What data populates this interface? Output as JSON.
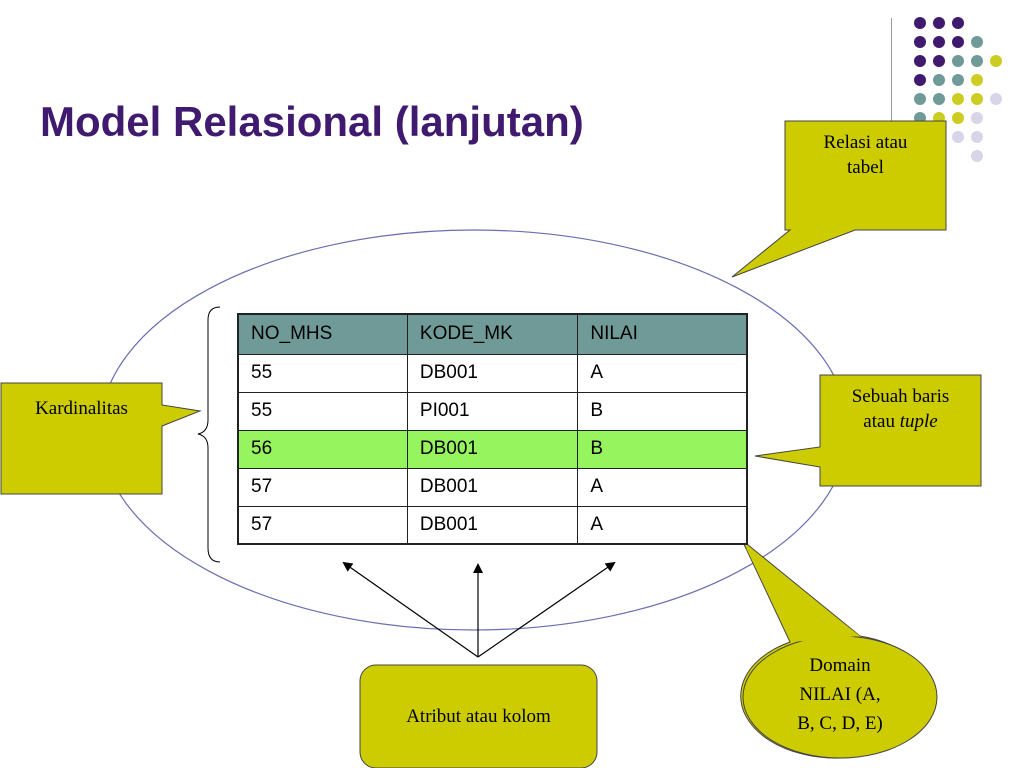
{
  "title": "Model Relasional (lanjutan)",
  "colors": {
    "title": "#3f1a6e",
    "callout_fill": "#cccc00",
    "header_fill": "#6f9a98",
    "highlight_row": "#96f45e",
    "dot_purple": "#3f1a6e",
    "dot_teal": "#6f9a98",
    "dot_yellow": "#cccc22",
    "dot_lilac": "#d7d5e8"
  },
  "table": {
    "headers": [
      "NO_MHS",
      "KODE_MK",
      "NILAI"
    ],
    "rows": [
      [
        "55",
        "DB001",
        "A"
      ],
      [
        "55",
        "PI001",
        "B"
      ],
      [
        "56",
        "DB001",
        "B"
      ],
      [
        "57",
        "DB001",
        "A"
      ],
      [
        "57",
        "DB001",
        "A"
      ]
    ],
    "highlighted_row": 2
  },
  "callouts": {
    "relasi": {
      "line1": "Relasi atau",
      "line2": "tabel"
    },
    "kardinalitas": {
      "text": "Kardinalitas"
    },
    "baris": {
      "line1": "Sebuah baris",
      "line2_prefix": "atau ",
      "line2_italic": "tuple"
    },
    "atribut": {
      "text": "Atribut atau kolom"
    },
    "domain": {
      "line1": "Domain",
      "line2": "NILAI (A,",
      "line3": "B, C, D, E)"
    }
  }
}
